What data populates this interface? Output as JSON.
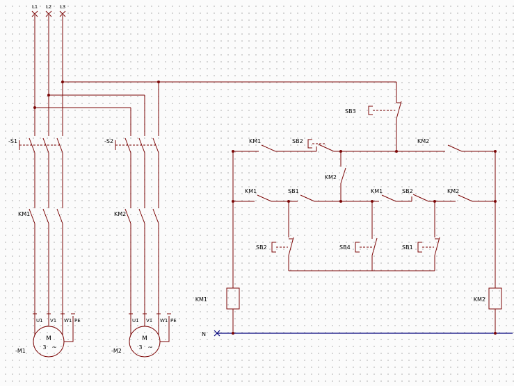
{
  "colors": {
    "wire": "#7b0606",
    "neutral": "#00007b",
    "label": "#000000",
    "grid_dot": "#c8c8c8",
    "canvas_bg": "#fbfbfb"
  },
  "supply": {
    "l1": "L1",
    "l2": "L2",
    "l3": "L3",
    "neutral": "N"
  },
  "power_circuit": {
    "branch1": {
      "switch": "-S1",
      "contactor": "KM1",
      "terminals": {
        "t1": "U1",
        "t2": "V1",
        "t3": "W1",
        "t4": "PE"
      },
      "motor": {
        "ref": "-M1",
        "letter": "M",
        "phases": "3",
        "ac": "~"
      }
    },
    "branch2": {
      "switch": "-S2",
      "contactor": "KM2",
      "terminals": {
        "t1": "U1",
        "t2": "V1",
        "t3": "W1",
        "t4": "PE"
      },
      "motor": {
        "ref": "-M2",
        "letter": "M",
        "phases": "3",
        "ac": "~"
      }
    }
  },
  "control_circuit": {
    "master_stop": "SB3",
    "rung1": {
      "contact1": "KM1",
      "button": "SB2",
      "contact2": "KM2"
    },
    "interlock": "KM2",
    "rung2": {
      "contact1": "KM1",
      "contact2": "SB1",
      "contact3": "KM1",
      "contact4": "SB2",
      "contact5": "KM2"
    },
    "bottom_buttons": {
      "left": "SB2",
      "middle": "SB4",
      "right": "SB1"
    },
    "coil_left": "KM1",
    "coil_right": "KM2"
  }
}
